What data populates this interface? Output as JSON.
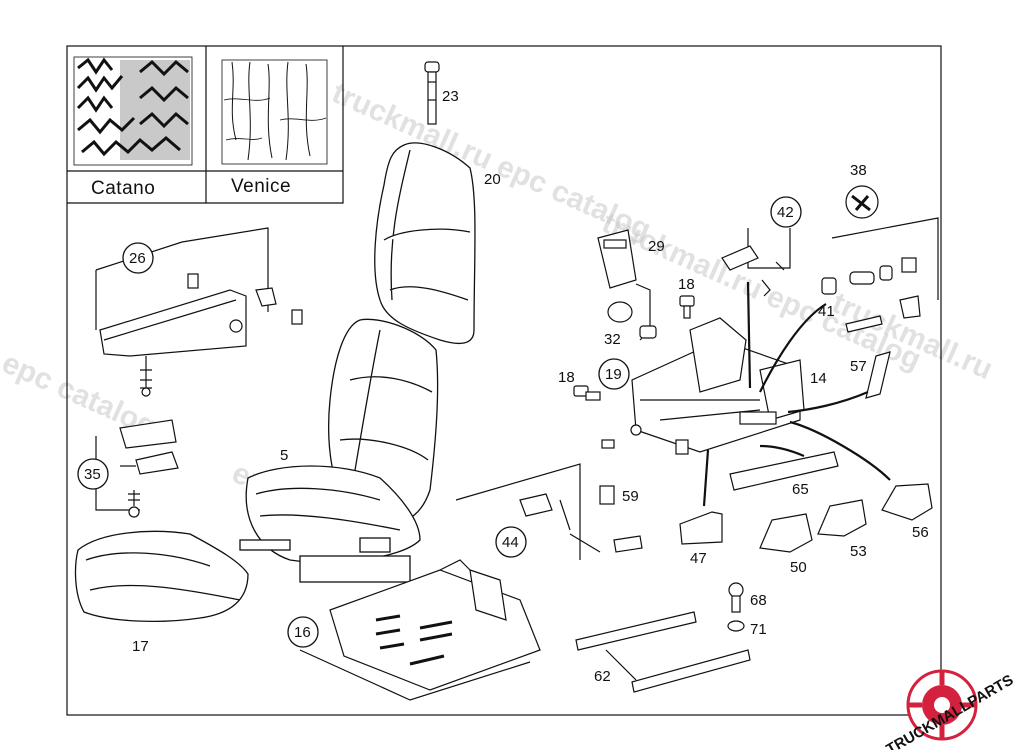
{
  "swatches": [
    {
      "label": "Catano"
    },
    {
      "label": "Venice"
    }
  ],
  "parts": [
    {
      "num": "23",
      "circled": false
    },
    {
      "num": "20",
      "circled": false
    },
    {
      "num": "26",
      "circled": true
    },
    {
      "num": "5",
      "circled": false
    },
    {
      "num": "35",
      "circled": true
    },
    {
      "num": "17",
      "circled": false
    },
    {
      "num": "16",
      "circled": true
    },
    {
      "num": "29",
      "circled": false
    },
    {
      "num": "18",
      "circled": false
    },
    {
      "num": "32",
      "circled": false
    },
    {
      "num": "19",
      "circled": true
    },
    {
      "num": "18",
      "circled": false
    },
    {
      "num": "42",
      "circled": true
    },
    {
      "num": "38",
      "circled": false
    },
    {
      "num": "41",
      "circled": false
    },
    {
      "num": "14",
      "circled": false
    },
    {
      "num": "57",
      "circled": false
    },
    {
      "num": "59",
      "circled": false
    },
    {
      "num": "44",
      "circled": true
    },
    {
      "num": "65",
      "circled": false
    },
    {
      "num": "47",
      "circled": false
    },
    {
      "num": "50",
      "circled": false
    },
    {
      "num": "53",
      "circled": false
    },
    {
      "num": "56",
      "circled": false
    },
    {
      "num": "68",
      "circled": false
    },
    {
      "num": "71",
      "circled": false
    },
    {
      "num": "62",
      "circled": false
    }
  ],
  "watermarks": [
    "truckmall.ru epc catalog",
    "truckmall.ru epc catalog",
    "epc catalog",
    "truckmall.ru",
    "epc catalog"
  ],
  "logo": {
    "text": "TRUCKMALLPARTS",
    "accent_color": "#d4213d"
  },
  "colors": {
    "line": "#111111",
    "watermark": "#c9c9c9",
    "logo_red": "#d4213d"
  }
}
